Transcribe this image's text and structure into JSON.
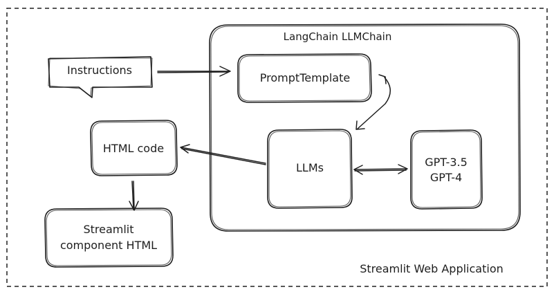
{
  "diagram": {
    "app_label": "Streamlit Web Application",
    "chain_label": "LangChain LLMChain",
    "nodes": {
      "instructions": "Instructions",
      "prompt_template": "PromptTemplate",
      "llms": "LLMs",
      "gpt_line1": "GPT-3.5",
      "gpt_line2": "GPT-4",
      "html_code": "HTML code",
      "streamlit_line1": "Streamlit",
      "streamlit_line2": "component HTML"
    }
  }
}
